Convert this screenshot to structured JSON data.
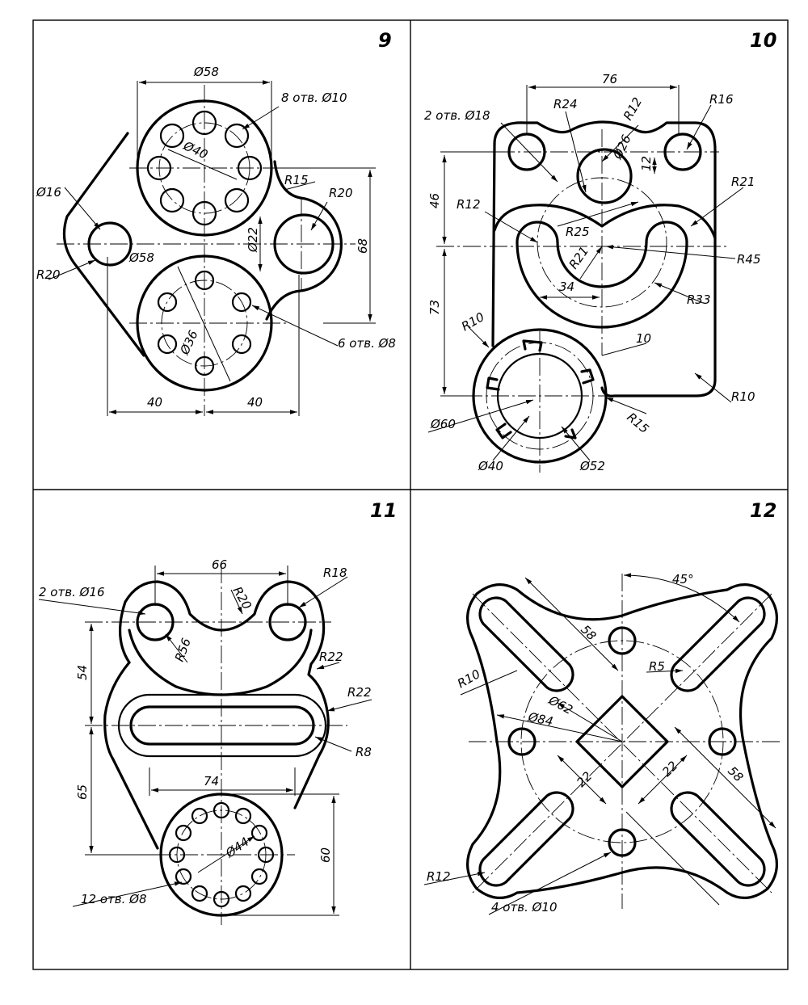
{
  "panels": [
    {
      "number": "9",
      "labels": [
        "Ø58",
        "8 отв. Ø10",
        "Ø40",
        "R15",
        "Ø16",
        "R20",
        "Ø22",
        "68",
        "R20",
        "Ø58",
        "6 отв. Ø8",
        "Ø36",
        "40",
        "40"
      ]
    },
    {
      "number": "10",
      "labels": [
        "76",
        "R16",
        "R24",
        "R12",
        "2 отв. Ø18",
        "Ø26",
        "12",
        "R21",
        "46",
        "R12",
        "R25",
        "R45",
        "R21",
        "34",
        "R33",
        "73",
        "R10",
        "10",
        "R15",
        "R10",
        "Ø60",
        "Ø40",
        "Ø52"
      ]
    },
    {
      "number": "11",
      "labels": [
        "66",
        "R18",
        "2 отв. Ø16",
        "R20",
        "R56",
        "R22",
        "54",
        "R22",
        "R8",
        "74",
        "65",
        "Ø44",
        "60",
        "12 отв. Ø8"
      ]
    },
    {
      "number": "12",
      "labels": [
        "45°",
        "58",
        "R10",
        "R5",
        "Ø62",
        "Ø84",
        "22",
        "22",
        "58",
        "R12",
        "4 отв. Ø10"
      ]
    }
  ]
}
